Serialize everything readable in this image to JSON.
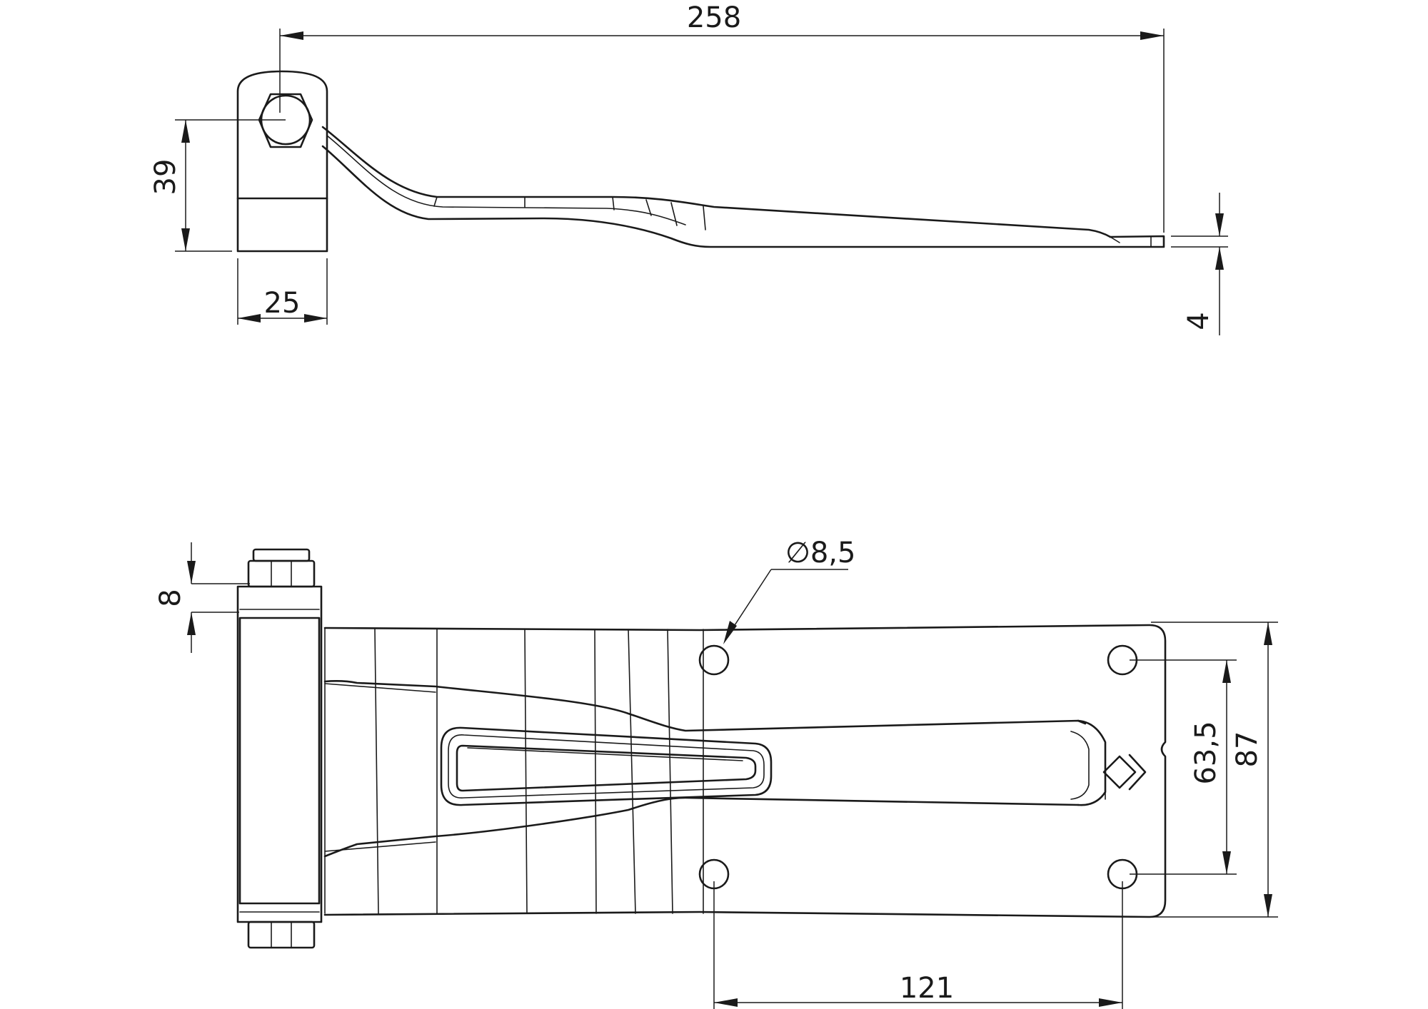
{
  "drawing": {
    "side_view": {
      "overall_length": "258",
      "pivot_height": "39",
      "block_width": "25",
      "plate_thickness": "4"
    },
    "top_view": {
      "hole_diameter": "∅8,5",
      "nut_offset": "8",
      "hole_spacing_horizontal": "121",
      "hole_spacing_vertical": "63,5",
      "plate_width": "87"
    },
    "colors": {
      "line": "#1a1a1a",
      "background": "#ffffff"
    }
  }
}
